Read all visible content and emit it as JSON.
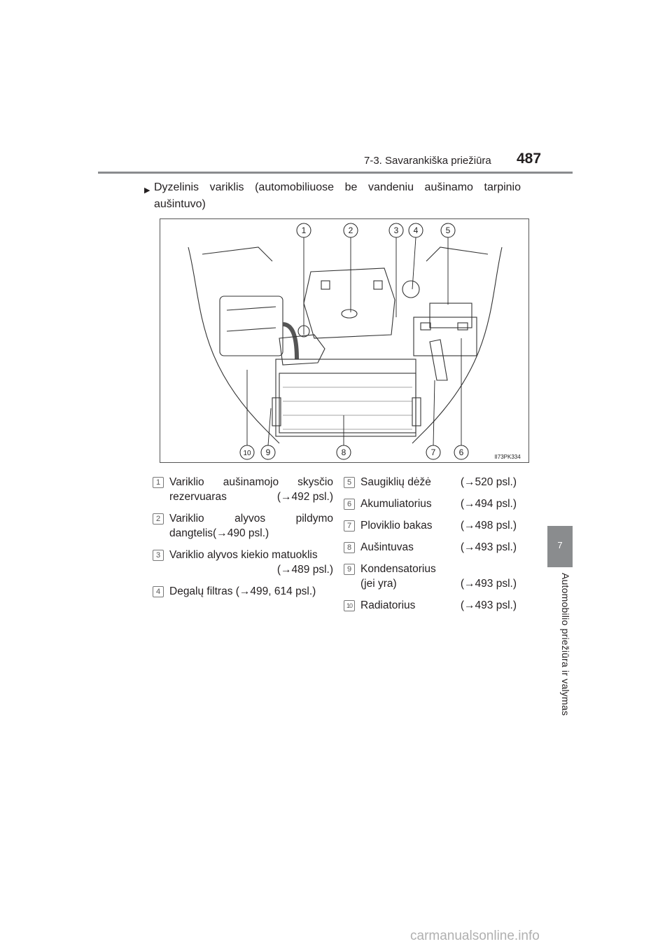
{
  "header": {
    "title": "7-3. Savarankiška priežiūra",
    "page_number": "487"
  },
  "side_tab": {
    "chapter": "7",
    "text": "Automobilio priežiūra ir valymas"
  },
  "section": {
    "heading": "Dyzelinis variklis (automobiliuose be vandeniu aušinamo tarpinio aušintuvo)"
  },
  "diagram": {
    "callouts": [
      "1",
      "2",
      "3",
      "4",
      "5",
      "6",
      "7",
      "8",
      "9",
      "10"
    ],
    "code": "II73PK334"
  },
  "legend_left": [
    {
      "num": "1",
      "line1": "Variklio aušinamojo skysčio",
      "line2": "rezervuaras",
      "ref": "(→492 psl.)"
    },
    {
      "num": "2",
      "line1": "Variklio alyvos pildymo",
      "line2": "dangtelis(→490 psl.)"
    },
    {
      "num": "3",
      "line1": "Variklio alyvos kiekio matuoklis",
      "ref": "(→489 psl.)"
    },
    {
      "num": "4",
      "line1": "Degalų filtras (→499, 614 psl.)"
    }
  ],
  "legend_right": [
    {
      "num": "5",
      "label": "Saugiklių dėžė",
      "ref": "(→520 psl.)"
    },
    {
      "num": "6",
      "label": "Akumuliatorius",
      "ref": "(→494 psl.)"
    },
    {
      "num": "7",
      "label": "Ploviklio bakas",
      "ref": "(→498 psl.)"
    },
    {
      "num": "8",
      "label": "Aušintuvas",
      "ref": "(→493 psl.)"
    },
    {
      "num": "9",
      "label": "Kondensatorius",
      "label2": "(jei yra)",
      "ref": "(→493 psl.)"
    },
    {
      "num": "10",
      "label": "Radiatorius",
      "ref": "(→493 psl.)"
    }
  ],
  "watermark": "carmanualsonline.info"
}
